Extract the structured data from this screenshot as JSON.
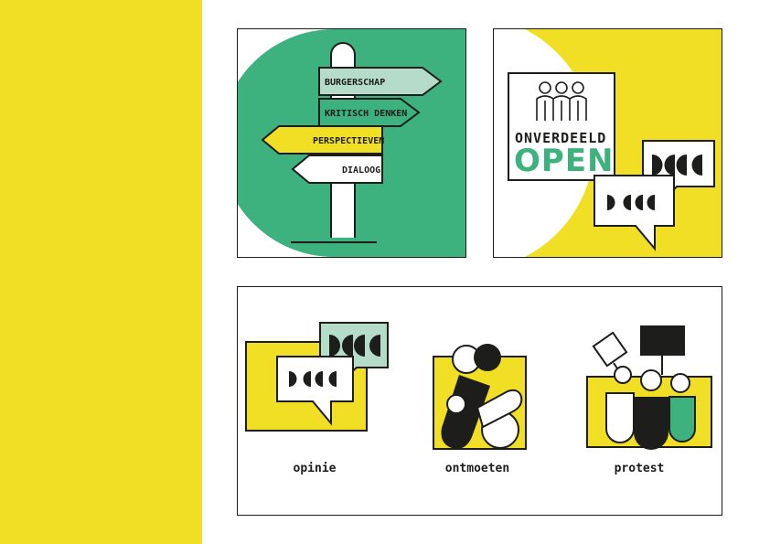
{
  "colors": {
    "yellow": "#f0df24",
    "green": "#3db27f",
    "light_green": "#b5dcc8",
    "black": "#1d1d1b",
    "white": "#ffffff"
  },
  "signpost": {
    "signs": [
      "BURGERSCHAP",
      "KRITISCH DENKEN",
      "PERSPECTIEVEN",
      "DIALOOG"
    ]
  },
  "brand": {
    "line1": "ONVERDEELD",
    "line2": "OPEN"
  },
  "icons": {
    "labels": [
      "opinie",
      "ontmoeten",
      "protest"
    ]
  }
}
